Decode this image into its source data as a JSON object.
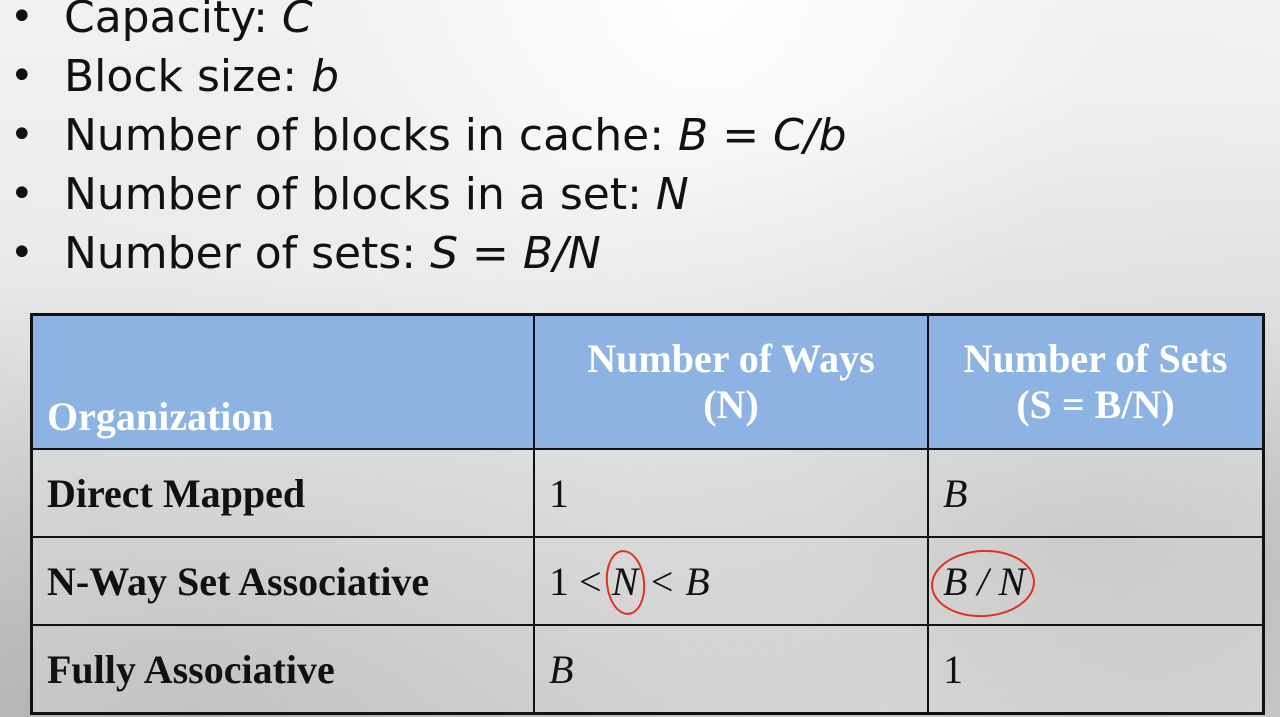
{
  "bullets": [
    {
      "label": "Capacity: ",
      "var": "C"
    },
    {
      "label": "Block size: ",
      "var": "b"
    },
    {
      "label": "Number of blocks in cache: ",
      "var": "B = C/b"
    },
    {
      "label": "Number of blocks in a set: ",
      "var": "N"
    },
    {
      "label": "Number of sets: ",
      "var": "S = B/N"
    }
  ],
  "table": {
    "headers": {
      "organization": "Organization",
      "ways_line1": "Number of Ways",
      "ways_line2": "(N)",
      "sets_line1": "Number of Sets",
      "sets_line2": "(S = B/N)"
    },
    "rows": [
      {
        "organization": "Direct Mapped",
        "ways": "1",
        "sets": "B"
      },
      {
        "organization": "N-Way Set Associative",
        "ways_prefix": "1 < ",
        "ways_circled": "N",
        "ways_suffix": " < B",
        "sets_circled": "B / N"
      },
      {
        "organization": "Fully Associative",
        "ways": "B",
        "sets": "1"
      }
    ]
  },
  "colors": {
    "header_bg": "#8db3e2",
    "header_text": "#ffffff",
    "annotation": "#e0311f"
  }
}
